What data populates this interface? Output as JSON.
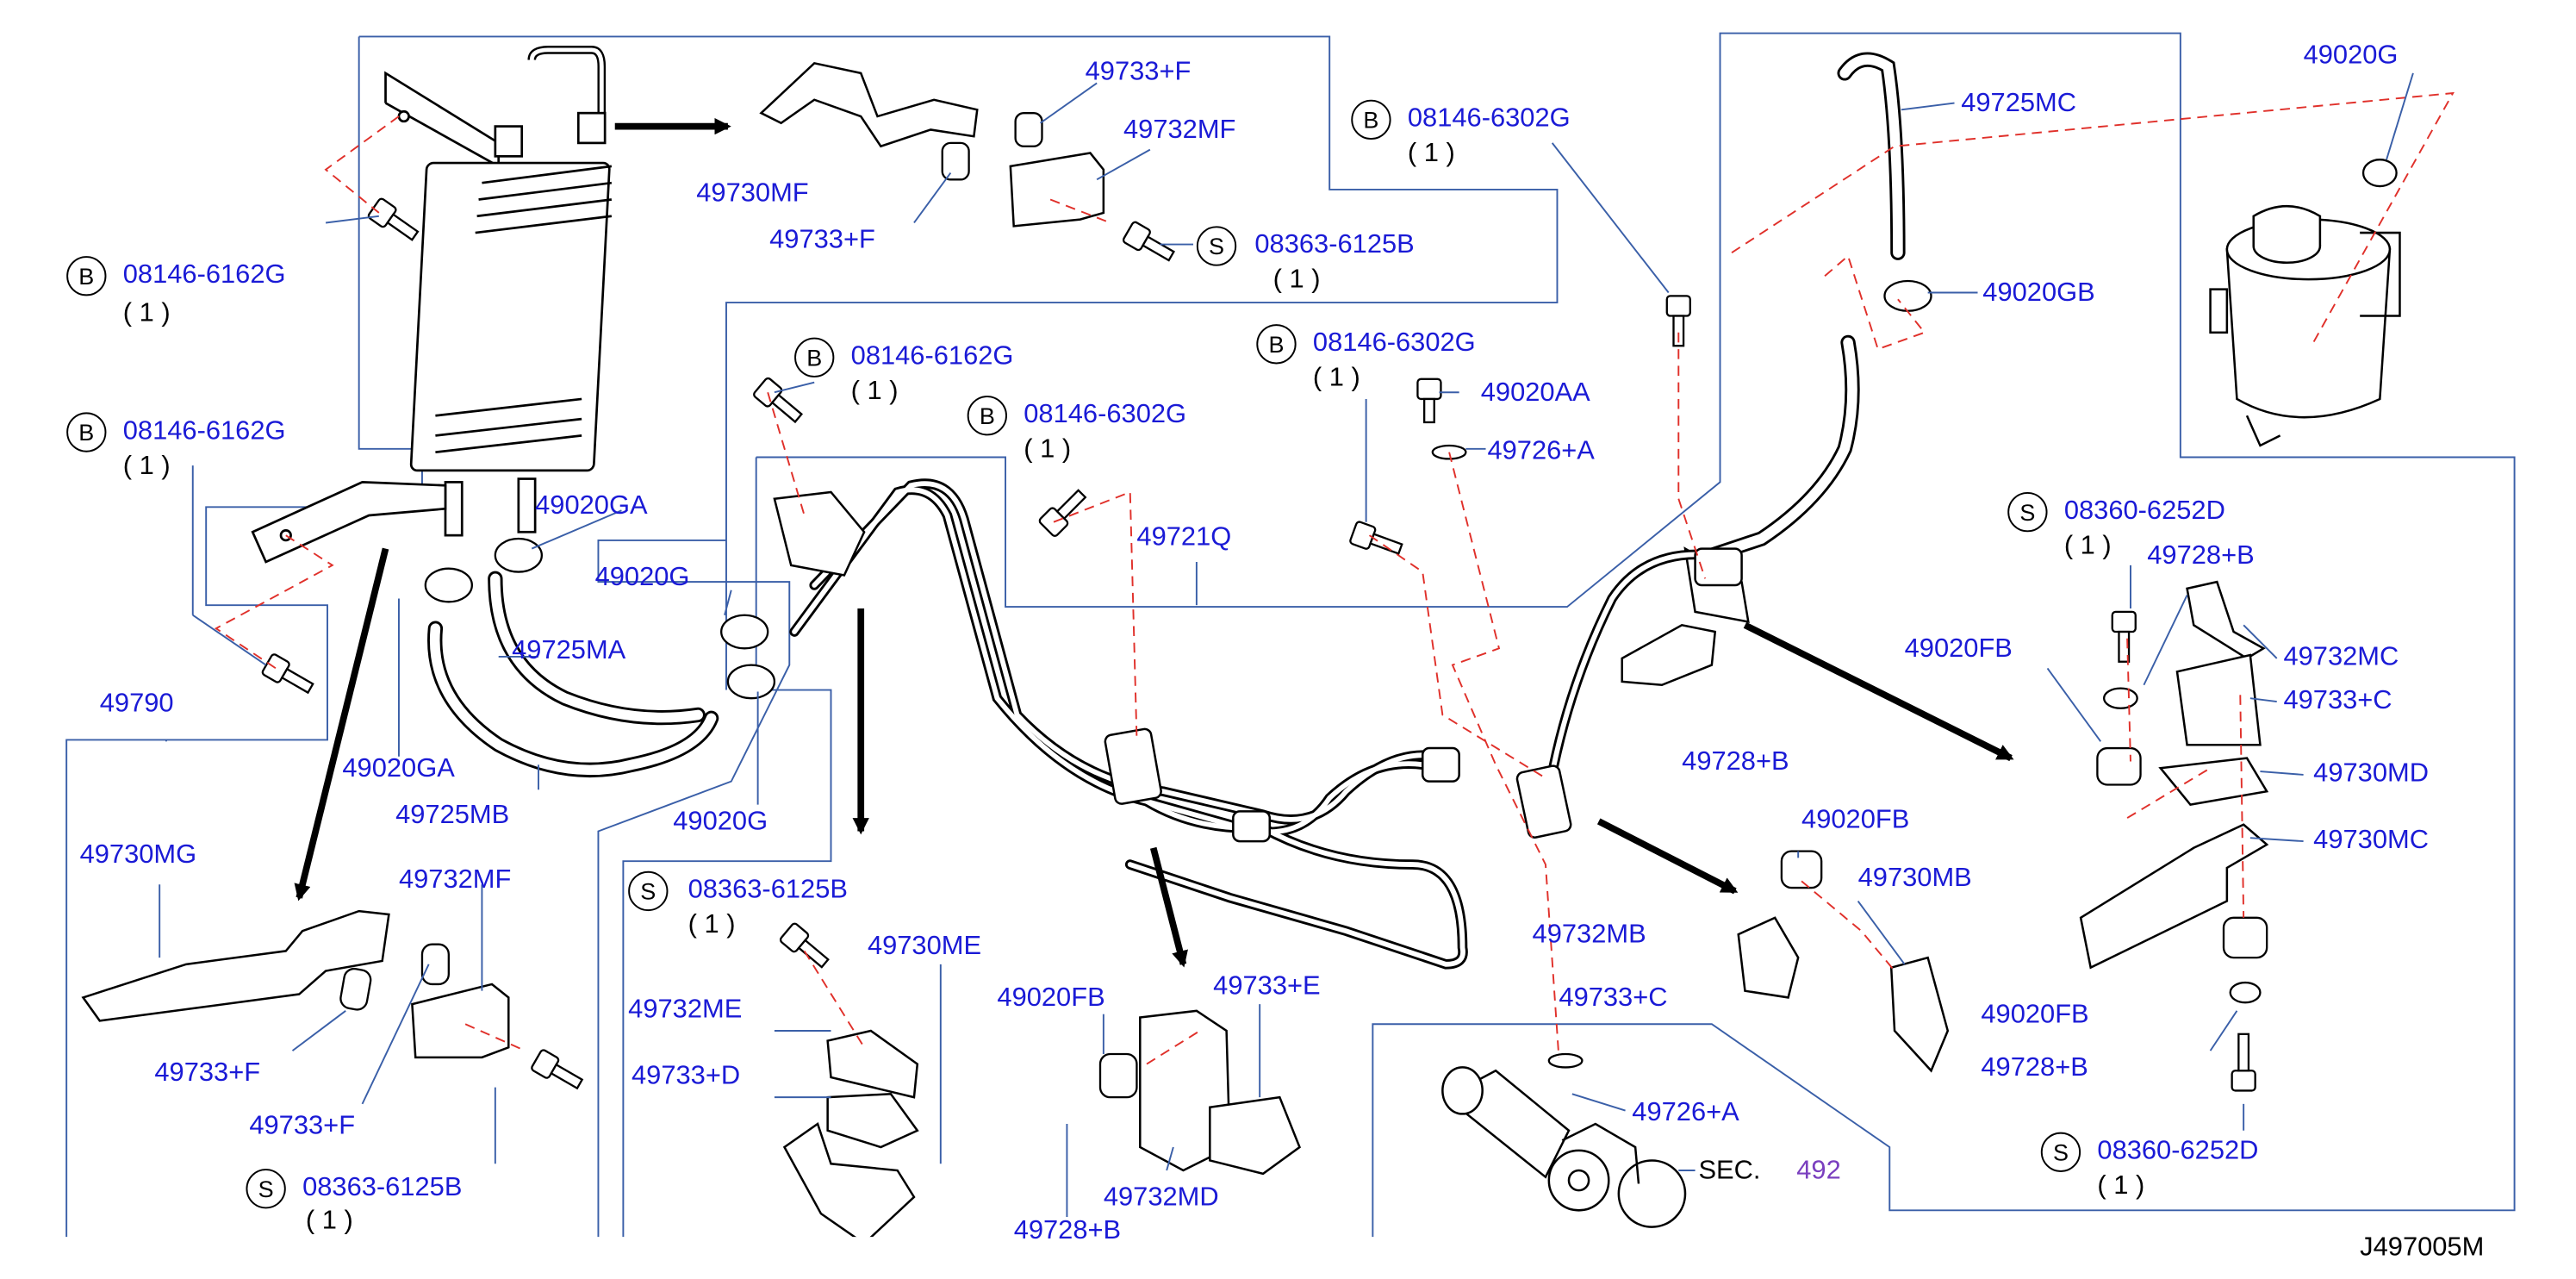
{
  "diagram": {
    "code": "J497005M",
    "section_ref": {
      "prefix": "SEC.",
      "number": "492"
    },
    "labels": {
      "p49790": "49790",
      "p08146_6162G_a": "08146-6162G",
      "p08146_6162G_b": "08146-6162G",
      "p08146_6162G_c": "08146-6162G",
      "p49730MF": "49730MF",
      "p49733F_a": "49733+F",
      "p49732MF_a": "49732MF",
      "p49733F_b": "49733+F",
      "p08363_6125B_a": "08363-6125B",
      "p08146_6302G_a": "08146-6302G",
      "p49725MC": "49725MC",
      "p49020G_a": "49020G",
      "p49020GB": "49020GB",
      "p08146_6302G_b": "08146-6302G",
      "p49020AA": "49020AA",
      "p49726A_a": "49726+A",
      "p08146_6302G_c": "08146-6302G",
      "p49721Q": "49721Q",
      "p49020GA_a": "49020GA",
      "p49020G_b": "49020G",
      "p49725MA": "49725MA",
      "p49020GA_b": "49020GA",
      "p49725MB": "49725MB",
      "p49020G_c": "49020G",
      "p08360_6252D_a": "08360-6252D",
      "p49728B_a": "49728+B",
      "p49020FB_a": "49020FB",
      "p49732MC": "49732MC",
      "p49733C_a": "49733+C",
      "p49730MD": "49730MD",
      "p49730MC": "49730MC",
      "p49728B_b": "49728+B",
      "p49020FB_b": "49020FB",
      "p49730MB": "49730MB",
      "p49020FB_c": "49020FB",
      "p49728B_c": "49728+B",
      "p08360_6252D_b": "08360-6252D",
      "p49730MG": "49730MG",
      "p49732MF_b": "49732MF",
      "p49733F_c": "49733+F",
      "p49733F_d": "49733+F",
      "p08363_6125B_b": "08363-6125B",
      "p08363_6125B_c": "08363-6125B",
      "p49730ME": "49730ME",
      "p49732ME": "49732ME",
      "p49733D": "49733+D",
      "p49020FB_d": "49020FB",
      "p49733E": "49733+E",
      "p49732MD": "49732MD",
      "p49728B_d": "49728+B",
      "p49732MB": "49732MB",
      "p49733C_b": "49733+C",
      "p49726A_b": "49726+A"
    },
    "quantity": "( 1 )",
    "badges": {
      "bolt": "B",
      "screw": "S"
    },
    "colors": {
      "label": "#1a1ad6",
      "leader": "#3a5fa8",
      "dashed": "#e0302a",
      "line": "#000000",
      "sec_number": "#7a3fbf"
    }
  }
}
